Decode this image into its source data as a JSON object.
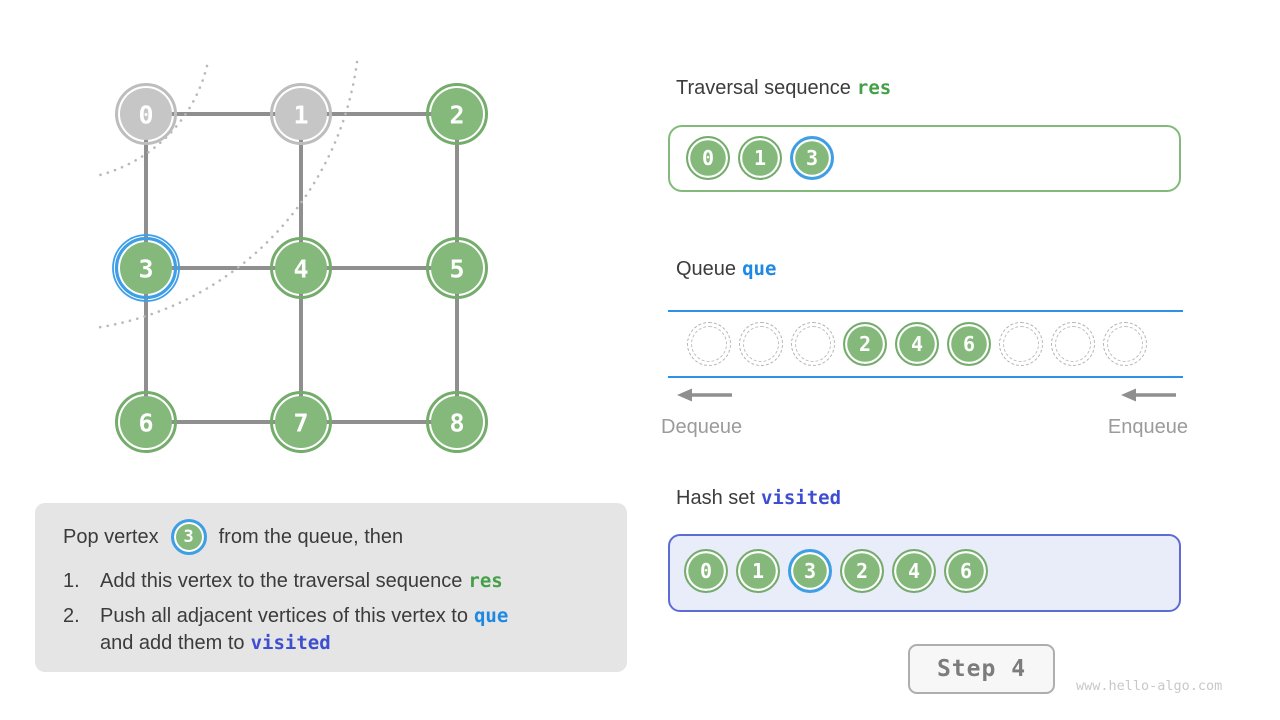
{
  "graph": {
    "nodes": [
      {
        "id": "0",
        "row": 0,
        "col": 0,
        "state": "gray"
      },
      {
        "id": "1",
        "row": 0,
        "col": 1,
        "state": "gray"
      },
      {
        "id": "2",
        "row": 0,
        "col": 2,
        "state": "green"
      },
      {
        "id": "3",
        "row": 1,
        "col": 0,
        "state": "green",
        "highlight": true
      },
      {
        "id": "4",
        "row": 1,
        "col": 1,
        "state": "green"
      },
      {
        "id": "5",
        "row": 1,
        "col": 2,
        "state": "green"
      },
      {
        "id": "6",
        "row": 2,
        "col": 0,
        "state": "green"
      },
      {
        "id": "7",
        "row": 2,
        "col": 1,
        "state": "green"
      },
      {
        "id": "8",
        "row": 2,
        "col": 2,
        "state": "green"
      }
    ],
    "edges": [
      [
        "0",
        "1"
      ],
      [
        "1",
        "2"
      ],
      [
        "3",
        "4"
      ],
      [
        "4",
        "5"
      ],
      [
        "6",
        "7"
      ],
      [
        "7",
        "8"
      ],
      [
        "0",
        "3"
      ],
      [
        "3",
        "6"
      ],
      [
        "1",
        "4"
      ],
      [
        "4",
        "7"
      ],
      [
        "2",
        "5"
      ],
      [
        "5",
        "8"
      ]
    ]
  },
  "res_panel": {
    "title": "Traversal sequence",
    "keyword": "res",
    "items": [
      {
        "v": "0"
      },
      {
        "v": "1"
      },
      {
        "v": "3",
        "hl": true
      }
    ]
  },
  "queue_panel": {
    "title": "Queue",
    "keyword": "que",
    "slots": [
      {},
      {},
      {},
      {
        "v": "2"
      },
      {
        "v": "4"
      },
      {
        "v": "6"
      },
      {},
      {},
      {}
    ],
    "dequeue_label": "Dequeue",
    "enqueue_label": "Enqueue"
  },
  "visited_panel": {
    "title": "Hash set",
    "keyword": "visited",
    "items": [
      {
        "v": "0"
      },
      {
        "v": "1"
      },
      {
        "v": "3",
        "hl": true
      },
      {
        "v": "2"
      },
      {
        "v": "4"
      },
      {
        "v": "6"
      }
    ]
  },
  "note": {
    "intro_before": "Pop vertex",
    "intro_vertex": "3",
    "intro_after": "from the queue, then",
    "item1_num": "1.",
    "item1_text": "Add this vertex to the traversal sequence",
    "item1_keyword": "res",
    "item2_num": "2.",
    "item2_line1_text": "Push all adjacent vertices of this vertex to",
    "item2_line1_keyword": "que",
    "item2_line2_text": "and add them to",
    "item2_line2_keyword": "visited"
  },
  "footer": {
    "step_label": "Step 4",
    "watermark": "www.hello-algo.com"
  },
  "colors": {
    "node_green_fill": "#85b97c",
    "node_green_border": "#74ac6b",
    "node_gray_fill": "#c6c6c6",
    "node_gray_border": "#bdbdbd",
    "highlight_blue": "#3f9fe6",
    "edge_gray": "#8f8f8f",
    "arc_dot_gray": "#b9b9b9",
    "res_green": "#43a047",
    "que_blue": "#1e88e5",
    "visited_indigo": "#3d4ed1",
    "queue_line_blue": "#2e91e5"
  }
}
